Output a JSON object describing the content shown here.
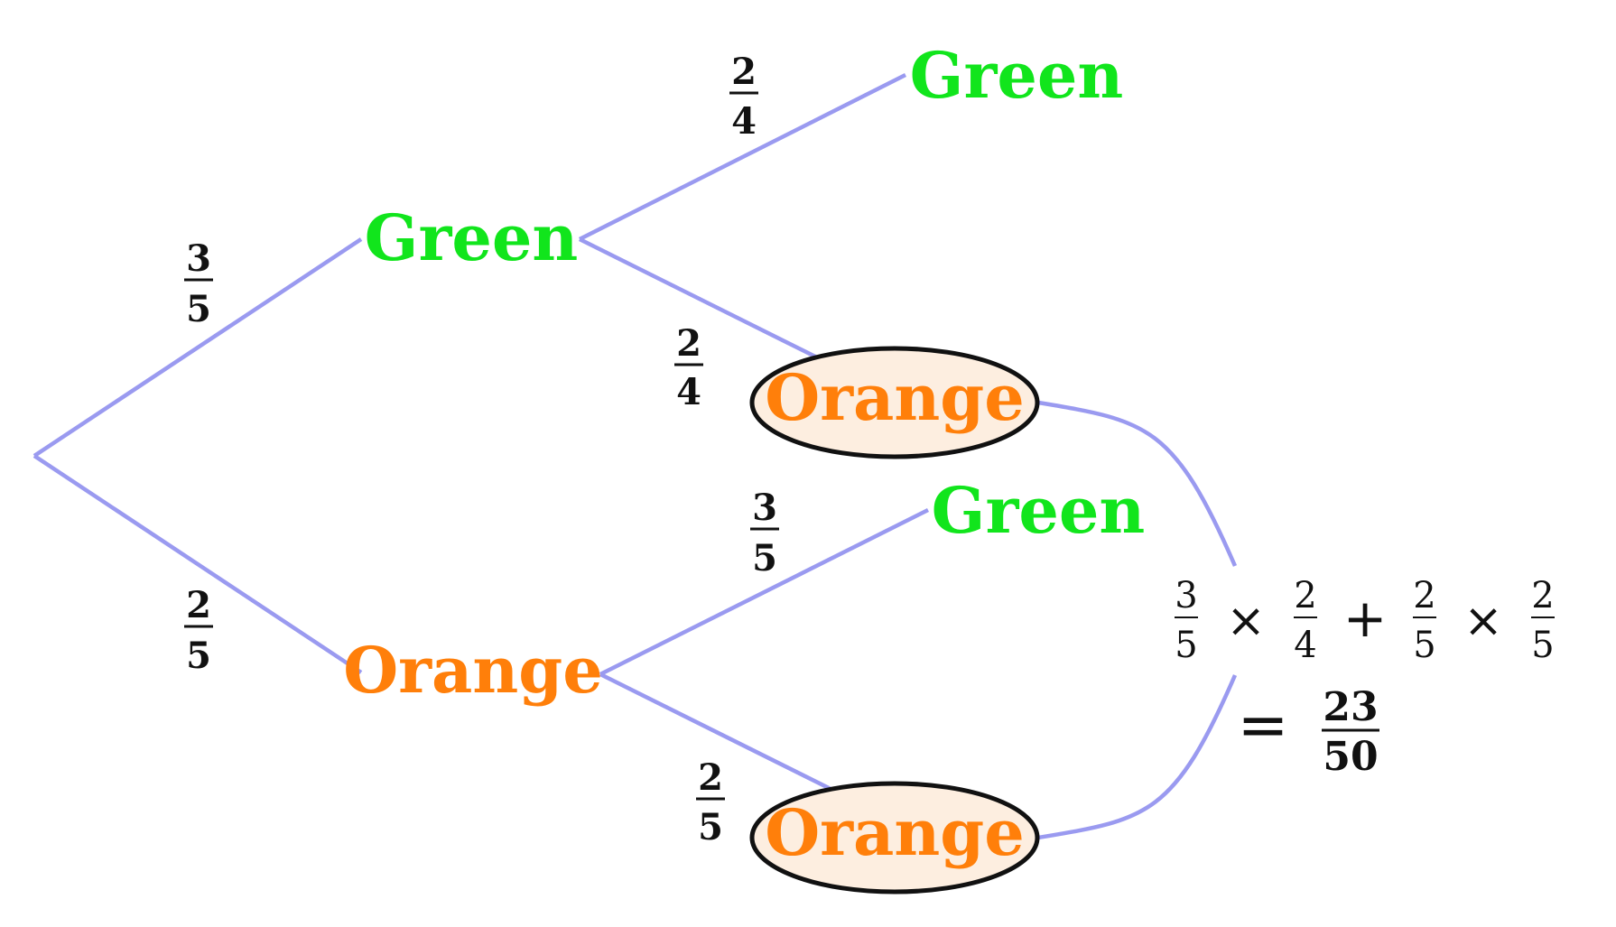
{
  "colors": {
    "branch": "#9a9af0",
    "green": "#11e51c",
    "orange": "#ff7f0a",
    "highlight_fill": "#fdeee0",
    "highlight_stroke": "#111111",
    "text": "#111111"
  },
  "nodes": {
    "first_green": "Green",
    "first_orange": "Orange",
    "gg": "Green",
    "go": "Orange",
    "og": "Green",
    "oo": "Orange"
  },
  "branches": {
    "root_to_green": {
      "num": "3",
      "den": "5"
    },
    "root_to_orange": {
      "num": "2",
      "den": "5"
    },
    "green_to_green": {
      "num": "2",
      "den": "4"
    },
    "green_to_orange": {
      "num": "2",
      "den": "4"
    },
    "orange_to_green": {
      "num": "3",
      "den": "5"
    },
    "orange_to_orange": {
      "num": "2",
      "den": "5"
    }
  },
  "calculation": {
    "terms": [
      {
        "num": "3",
        "den": "5"
      },
      {
        "num": "2",
        "den": "4"
      },
      {
        "num": "2",
        "den": "5"
      },
      {
        "num": "2",
        "den": "5"
      }
    ],
    "times": "×",
    "plus": "+",
    "equals": "=",
    "result": {
      "num": "23",
      "den": "50"
    }
  }
}
